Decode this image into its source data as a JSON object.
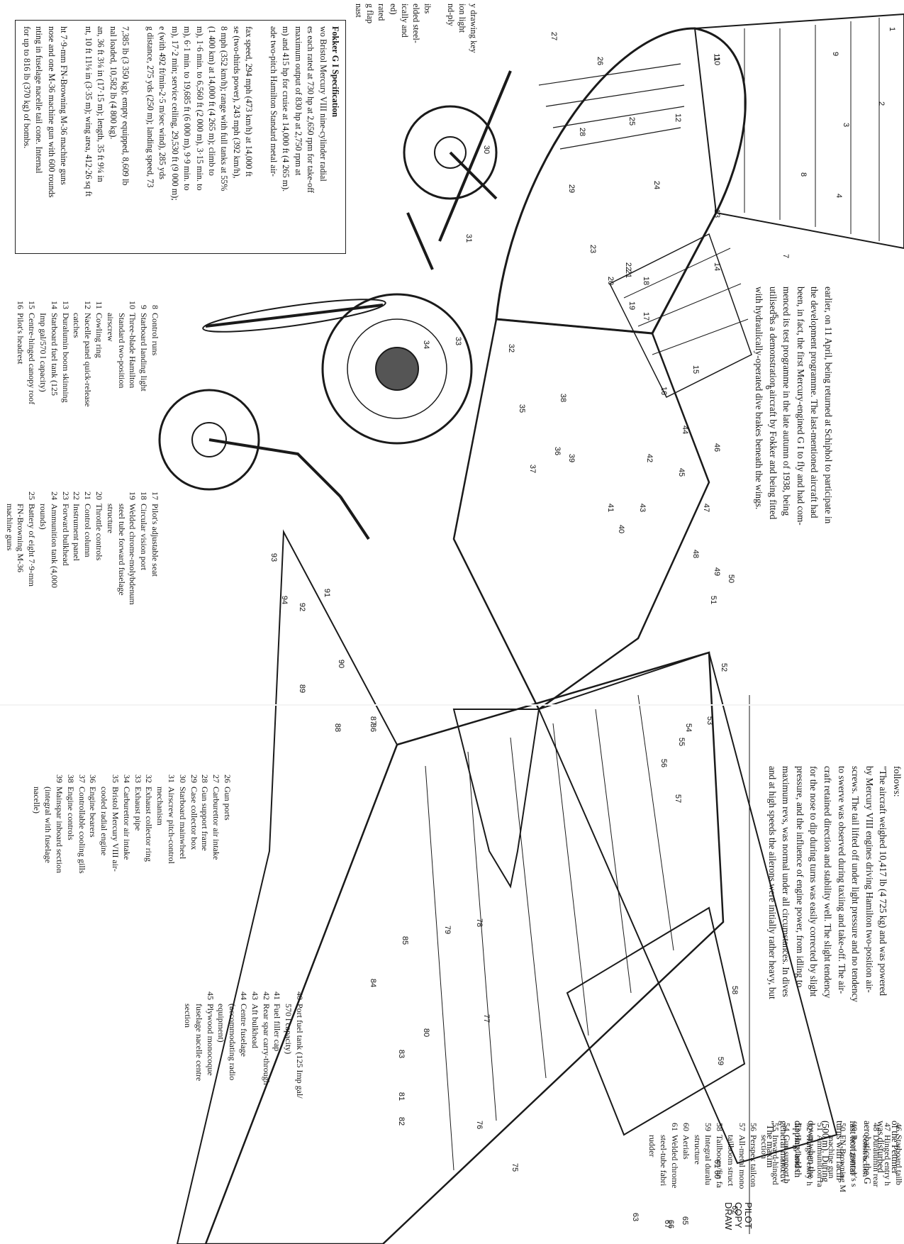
{
  "spec_box": {
    "title": "Fokker G I Specification",
    "lines": [
      "wo Bristol Mercury VIII nine-cylinder radial",
      "es each rated at 730 hp at 2,650 rpm for take-off",
      "maximum output of 830 hp at 2,750 rpm at",
      "m) and 415 hp for cruise at 14,000 ft (4 265 m).",
      "ade two-pitch Hamilton Standard metal air-",
      "",
      "fax speed, 294 mph (473 km/h) at 14,000 ft",
      "se (two-thirds power), 243 mph (392 km/h),",
      "8 mph (352 km/h); range with full tanks at 55%",
      "(1 400 km) at 14,000 ft (4 265 m); climb to",
      "m), 1·6 min. to 6,560 ft (2 000 m), 3·15 min. to",
      "m), 6·1 min. to 19,685 ft (6 000 m), 9·9 min. to",
      "m), 17·2 min; service ceiling, 29,530 ft (9 000 m);",
      "e (with 492 ft/min-2·5 m/sec wind), 285 yds",
      "g distance, 275 yds (250 m); landing speed, 73",
      "",
      "7,385 lb (3 350 kg); empty equipped, 8,609 lb",
      "nal loaded, 10,582 lb (4 800 kg).",
      "an, 36 ft 3⅛ in (17·15 m); length, 35 ft 9¼ in",
      "nt, 10 ft 11⅛ in (3·35 m); wing area, 412·26 sq ft",
      "",
      "ht 7·9-mm FN-Browning M-36 machine guns",
      "nose and one M-36 machine gun with 600 rounds",
      "nting in fuselage nacelle tail cone. Internal",
      "for up to 816 lb (370 kg) of bombs."
    ]
  },
  "header_fragment": {
    "lines": [
      "y drawing key",
      "ion light",
      "nd-ply",
      "",
      "ibs",
      "elded steel-",
      "ically and",
      "ed)",
      "rated",
      "g flap",
      "nast"
    ]
  },
  "key_column_1": [
    {
      "num": "8",
      "text": "Control runs"
    },
    {
      "num": "9",
      "text": "Starboard landing light"
    },
    {
      "num": "10",
      "text": "Three-blade Hamilton"
    },
    {
      "num": "",
      "text": "Standard two-position"
    },
    {
      "num": "",
      "text": "airscrew"
    },
    {
      "num": "11",
      "text": "Cowling ring"
    },
    {
      "num": "12",
      "text": "Nacelle panel quick-release"
    },
    {
      "num": "",
      "text": "catches"
    },
    {
      "num": "13",
      "text": "Duralumin boom skinning"
    },
    {
      "num": "14",
      "text": "Starboard fuel tank (125"
    },
    {
      "num": "",
      "text": "Imp gal/570 l capacity)"
    },
    {
      "num": "15",
      "text": "Centre-hinged canopy roof"
    },
    {
      "num": "16",
      "text": "Pilot's headrest"
    }
  ],
  "key_column_2": [
    {
      "num": "17",
      "text": "Pilot's adjustable seat"
    },
    {
      "num": "18",
      "text": "Circular vision port"
    },
    {
      "num": "19",
      "text": "Welded chrome-molybdenum"
    },
    {
      "num": "",
      "text": "steel tube forward fuselage"
    },
    {
      "num": "",
      "text": "structure"
    },
    {
      "num": "20",
      "text": "Throttle controls"
    },
    {
      "num": "21",
      "text": "Control column"
    },
    {
      "num": "22",
      "text": "Instrument panel"
    },
    {
      "num": "23",
      "text": "Forward bulkhead"
    },
    {
      "num": "24",
      "text": "Ammunition tank (4,000"
    },
    {
      "num": "",
      "text": "rounds)"
    },
    {
      "num": "25",
      "text": "Battery of eight 7·9-mm"
    },
    {
      "num": "",
      "text": "FN-Browning M-36"
    },
    {
      "num": "",
      "text": "machine guns"
    }
  ],
  "key_column_3": [
    {
      "num": "26",
      "text": "Gun ports"
    },
    {
      "num": "27",
      "text": "Carburettor air intake"
    },
    {
      "num": "28",
      "text": "Gun support frame"
    },
    {
      "num": "29",
      "text": "Case collector box"
    },
    {
      "num": "30",
      "text": "Starboard mainwheel"
    },
    {
      "num": "31",
      "text": "Airscrew pitch-control"
    },
    {
      "num": "",
      "text": "mechanism"
    },
    {
      "num": "32",
      "text": "Exhaust collector ring"
    },
    {
      "num": "33",
      "text": "Exhaust pipe"
    },
    {
      "num": "34",
      "text": "Carburettor air intake"
    },
    {
      "num": "35",
      "text": "Bristol Mercury VIII air-"
    },
    {
      "num": "",
      "text": "cooled radial engine"
    },
    {
      "num": "36",
      "text": "Engine bearers"
    },
    {
      "num": "37",
      "text": "Controllable cooling gills"
    },
    {
      "num": "38",
      "text": "Engine controls"
    },
    {
      "num": "39",
      "text": "Mainspar inboard section"
    },
    {
      "num": "",
      "text": "(integral with fuselage"
    },
    {
      "num": "",
      "text": "nacelle)"
    }
  ],
  "key_column_4": [
    {
      "num": "40",
      "text": "Port fuel tank (125 Imp gal/"
    },
    {
      "num": "",
      "text": "570 l capacity)"
    },
    {
      "num": "41",
      "text": "Fuel filler cap"
    },
    {
      "num": "42",
      "text": "Rear spar carry-through"
    },
    {
      "num": "43",
      "text": "Aft bulkhead"
    },
    {
      "num": "44",
      "text": "Centre fuselage"
    },
    {
      "num": "",
      "text": "(accommodating radio"
    },
    {
      "num": "",
      "text": "equipment)"
    },
    {
      "num": "45",
      "text": "Plywood monocoque"
    },
    {
      "num": "",
      "text": "fuselage nacelle centre"
    },
    {
      "num": "",
      "text": "section"
    }
  ],
  "key_column_5": [
    {
      "num": "46",
      "text": "Starboard tailb"
    },
    {
      "num": "47",
      "text": "Hinged entry h"
    },
    {
      "num": "48",
      "text": "Duralumin rear"
    },
    {
      "num": "",
      "text": "construction"
    },
    {
      "num": "49",
      "text": "Rear gunner's s"
    },
    {
      "num": "50",
      "text": "FN-Browning M"
    },
    {
      "num": "",
      "text": "machine gun"
    },
    {
      "num": "51",
      "text": "Ammunition ra"
    },
    {
      "num": "52",
      "text": "Hinged entry h"
    },
    {
      "num": "53",
      "text": "Handholds"
    },
    {
      "num": "54",
      "text": "Gun support b"
    },
    {
      "num": "55",
      "text": "Inward-hinged"
    },
    {
      "num": "",
      "text": "section"
    },
    {
      "num": "56",
      "text": "Perspex tailcon"
    },
    {
      "num": "57",
      "text": "All-metal mono"
    },
    {
      "num": "",
      "text": "tailboom struct"
    },
    {
      "num": "58",
      "text": "Tailboom/fin fa"
    },
    {
      "num": "59",
      "text": "Integral duralu"
    },
    {
      "num": "",
      "text": "structure"
    },
    {
      "num": "60",
      "text": "Aerials"
    },
    {
      "num": "61",
      "text": "Welded chrome"
    },
    {
      "num": "",
      "text": "steel-tube fabri"
    },
    {
      "num": "",
      "text": "rudder"
    }
  ],
  "body_text_1": [
    "earlier, on 11 April, being returned at Schiphol to participate in",
    "the development programme. The last-mentioned aircraft had",
    "been, in fact, the first Mercury-engined G I to fly and had com-",
    "menced its test programme in the late autumn of 1938, being",
    "utilised as a demonstration aircraft by Fokker and being fitted",
    "with hydraulically-operated dive brakes beneath the wings."
  ],
  "body_text_2": [
    "follows:",
    "\"The aircraft weighed 10,417 lb (4 725 kg) and was powered",
    "by Mercury VIII engines driving Hamilton two-position air-",
    "screws. The tail lifted off under light pressure and no tendency",
    "to swerve was observed during taxiing and take-off. The air-",
    "craft retained direction and stability well. The slight tendency",
    "for the nose to dip during turns was easily corrected by slight",
    "pressure, and the influence of engine power, from idling to",
    "maximum revs, was normal under all circumstances. In dives",
    "and at high speeds the ailerons were initially rather heavy, but"
  ],
  "body_text_3": [
    "of the Pettmer",
    "was disturbed",
    "aerobatics, the G",
    "fast horizontal",
    "turns with facili",
    "(500 m). During",
    "down when the",
    "dipping, and th",
    "general manœuv",
    "\"The maxim"
  ],
  "copyright_fragment": [
    "PILOT",
    "COPY",
    "DRAW"
  ],
  "callouts": [
    "1",
    "2",
    "3",
    "4",
    "5",
    "6",
    "7",
    "8",
    "9",
    "10",
    "11",
    "12",
    "13",
    "14",
    "15",
    "16",
    "17",
    "18",
    "19",
    "20",
    "21",
    "22",
    "23",
    "24",
    "25",
    "26",
    "27",
    "28",
    "29",
    "30",
    "31",
    "32",
    "33",
    "34",
    "35",
    "36",
    "37",
    "38",
    "39",
    "40",
    "41",
    "42",
    "43",
    "44",
    "45",
    "46",
    "47",
    "48",
    "49",
    "50",
    "51",
    "52",
    "53",
    "54",
    "55",
    "56",
    "57",
    "58",
    "59",
    "60",
    "61",
    "62",
    "63",
    "65",
    "66",
    "67",
    "75",
    "76",
    "77",
    "78",
    "79",
    "80",
    "81",
    "82",
    "83",
    "84",
    "85",
    "86",
    "87",
    "88",
    "89",
    "90",
    "91",
    "92",
    "93",
    "94"
  ]
}
